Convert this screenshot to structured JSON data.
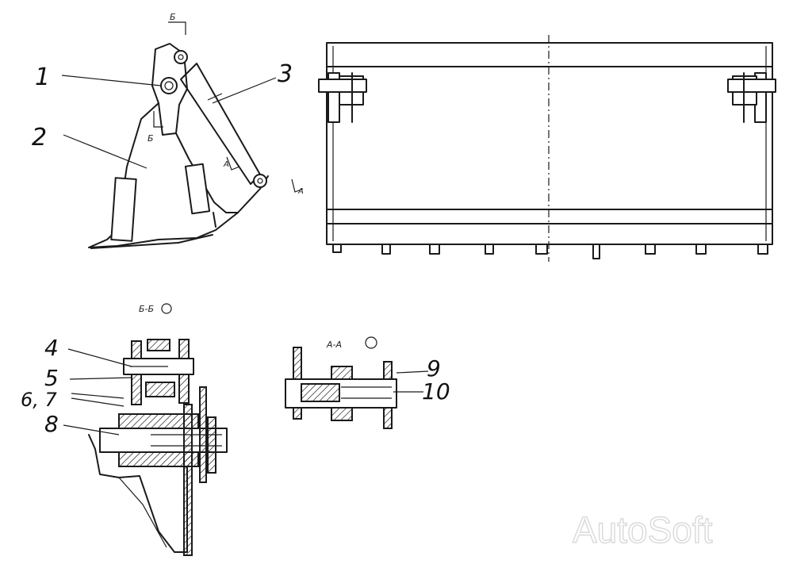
{
  "callouts": {
    "c1": "1",
    "c2": "2",
    "c3": "3",
    "c4": "4",
    "c5": "5",
    "c67": "6, 7",
    "c8": "8",
    "c9": "9",
    "c10": "10"
  },
  "section_marks": {
    "b_top": "Б",
    "b_left": "Б",
    "a_left": "А",
    "a_right": "А",
    "section_bb": "Б-Б",
    "section_aa": "А-А"
  },
  "watermark": "AutoSoft"
}
